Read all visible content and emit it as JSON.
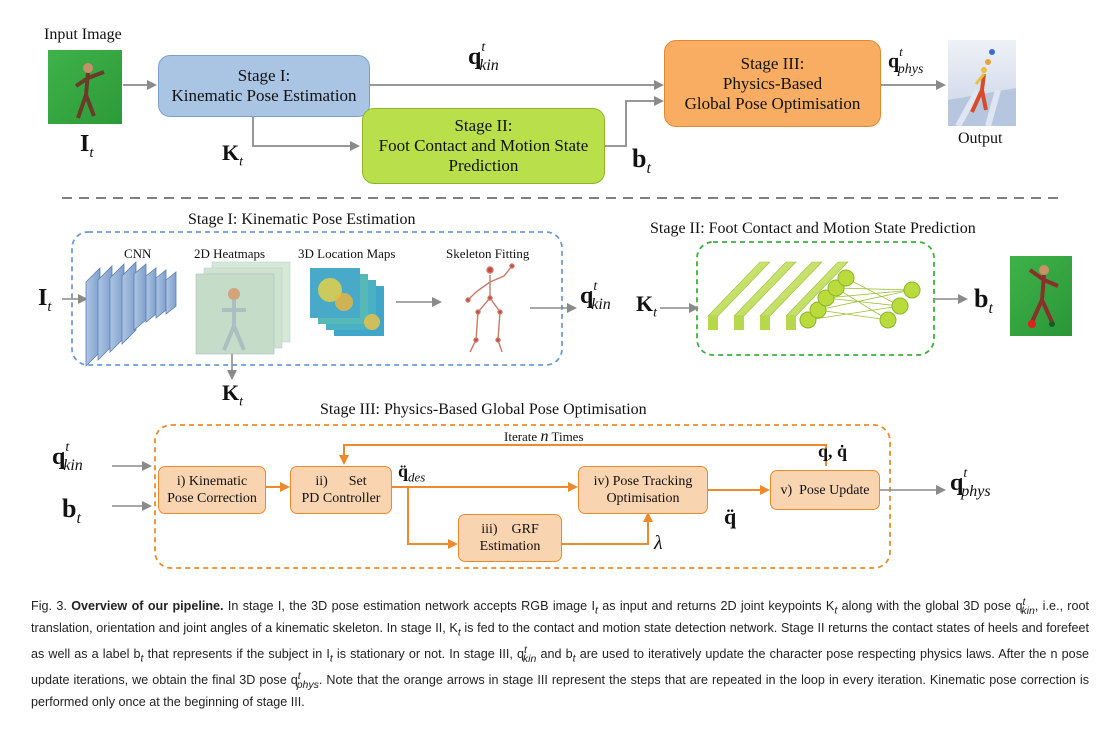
{
  "top": {
    "input_label": "Input Image",
    "input_symbol": "I",
    "input_sub": "t",
    "stage1_line1": "Stage I:",
    "stage1_line2": "Kinematic Pose Estimation",
    "stage2_line1": "Stage II:",
    "stage2_line2": "Foot Contact and Motion State",
    "stage2_line3": "Prediction",
    "stage3_line1": "Stage III:",
    "stage3_line2": "Physics-Based",
    "stage3_line3": "Global Pose Optimisation",
    "qkin_base": "q",
    "qkin_sup": "t",
    "qkin_sub": "kin",
    "kt_base": "K",
    "kt_sub": "t",
    "bt_base": "b",
    "bt_sub": "t",
    "qphys_base": "q",
    "qphys_sup": "t",
    "qphys_sub": "phys",
    "output_label": "Output"
  },
  "stage1": {
    "title": "Stage I: Kinematic Pose Estimation",
    "cnn": "CNN",
    "heatmaps": "2D Heatmaps",
    "locmaps": "3D Location Maps",
    "skeleton": "Skeleton Fitting",
    "in_base": "I",
    "in_sub": "t",
    "out_base": "q",
    "out_sup": "t",
    "out_sub": "kin",
    "k_base": "K",
    "k_sub": "t"
  },
  "stage2": {
    "title": "Stage II: Foot Contact and Motion State Prediction",
    "in_base": "K",
    "in_sub": "t",
    "out_base": "b",
    "out_sub": "t"
  },
  "stage3": {
    "title": "Stage III: Physics-Based Global Pose Optimisation",
    "iterate_pre": "Iterate ",
    "iterate_n": "n",
    "iterate_post": " Times",
    "box1_line1": "i) Kinematic",
    "box1_line2": "Pose Correction",
    "box2_line1": "ii)      Set",
    "box2_line2": "PD Controller",
    "box3_line1": "iii)    GRF",
    "box3_line2": "Estimation",
    "box4_line1": "iv) Pose Tracking",
    "box4_line2": "Optimisation",
    "box5": "v)  Pose Update",
    "qdd_des": "q̈",
    "qdd_des_sub": "des",
    "qdd": "q̈",
    "lambda": "λ",
    "q_qdot": "q, q̇",
    "in_q_base": "q",
    "in_q_sup": "t",
    "in_q_sub": "kin",
    "in_b_base": "b",
    "in_b_sub": "t",
    "out_base": "q",
    "out_sup": "t",
    "out_sub": "phys"
  },
  "caption": {
    "fig": "Fig. 3.",
    "title": "Overview of our pipeline.",
    "s1": " In stage I, the 3D pose estimation network accepts RGB image I",
    "s2": " as input and returns 2D joint keypoints K",
    "s3": " along with the global 3D pose q",
    "s4": ", i.e., root translation, orientation and joint angles of a kinematic skeleton. In stage II, K",
    "s5": " is fed to the contact and motion state detection network. Stage II returns the contact states of heels and forefeet as well as a label b",
    "s6": " that represents if the subject in I",
    "s7": " is stationary or not. In stage III, q",
    "s8": " and b",
    "s9": " are used to iteratively update the character pose respecting physics laws. After the n pose update iterations, we obtain the final 3D pose q",
    "s10": ". Note that the orange arrows in stage III represent the steps that are repeated in the loop in every iteration. Kinematic pose correction is performed only once at the beginning of stage III."
  }
}
